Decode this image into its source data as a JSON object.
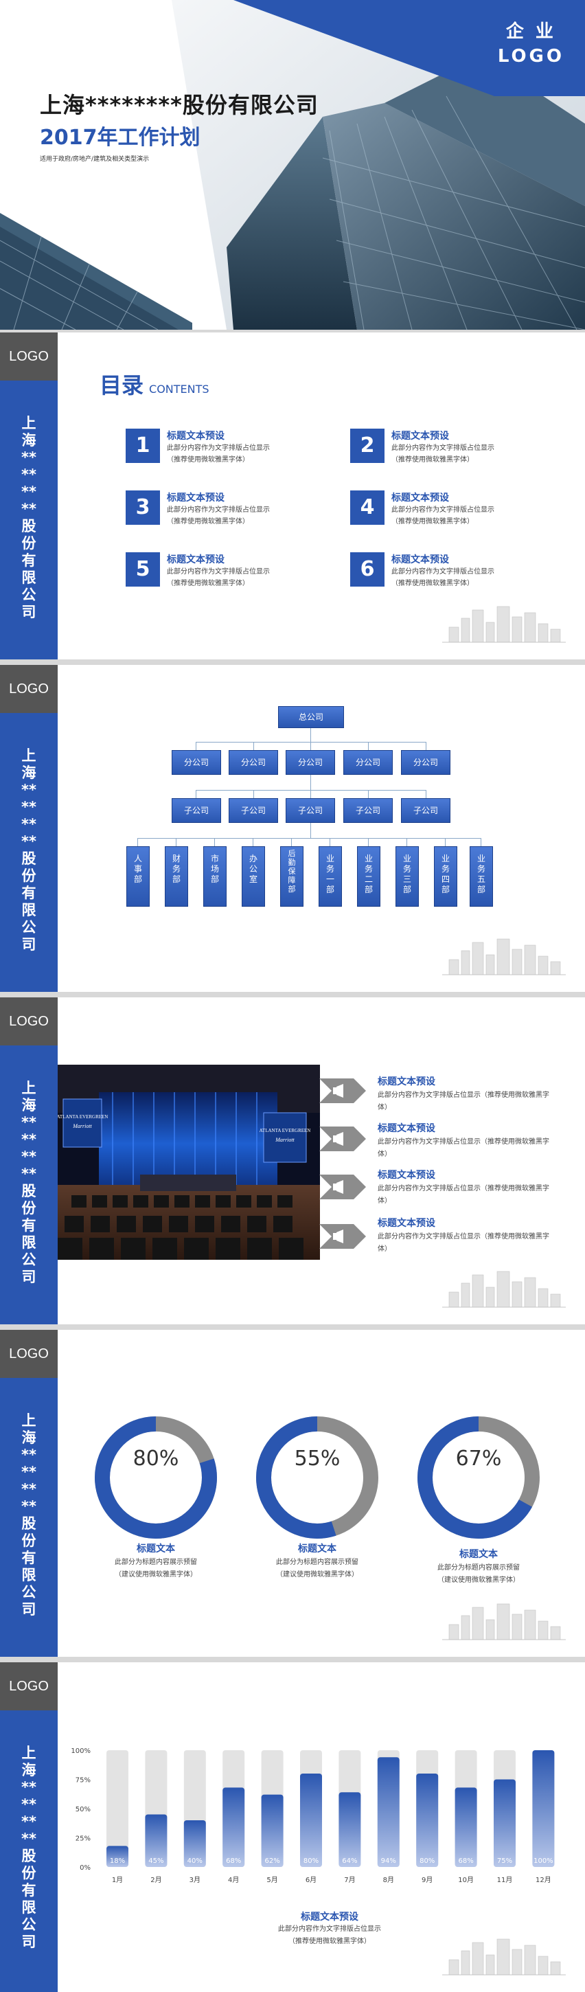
{
  "cover": {
    "logo_line1": "企 业",
    "logo_line2": "LOGO",
    "title": "上海********股份有限公司",
    "subtitle": "2017年工作计划",
    "tagline": "适用于政府/房地产/建筑及相关类型演示"
  },
  "sidebar": {
    "logo": "LOGO",
    "vertical_title": "上海********股份有限公司"
  },
  "contents": {
    "title": "目录",
    "title_en": "CONTENTS",
    "items": [
      {
        "num": "1",
        "title": "标题文本预设",
        "line1": "此部分内容作为文字排版占位显示",
        "line2": "（推荐使用微软雅黑字体）"
      },
      {
        "num": "2",
        "title": "标题文本预设",
        "line1": "此部分内容作为文字排版占位显示",
        "line2": "（推荐使用微软雅黑字体）"
      },
      {
        "num": "3",
        "title": "标题文本预设",
        "line1": "此部分内容作为文字排版占位显示",
        "line2": "（推荐使用微软雅黑字体）"
      },
      {
        "num": "4",
        "title": "标题文本预设",
        "line1": "此部分内容作为文字排版占位显示",
        "line2": "（推荐使用微软雅黑字体）"
      },
      {
        "num": "5",
        "title": "标题文本预设",
        "line1": "此部分内容作为文字排版占位显示",
        "line2": "（推荐使用微软雅黑字体）"
      },
      {
        "num": "6",
        "title": "标题文本预设",
        "line1": "此部分内容作为文字排版占位显示",
        "line2": "（推荐使用微软雅黑字体）"
      }
    ]
  },
  "org": {
    "root": "总公司",
    "branches": [
      "分公司",
      "分公司",
      "分公司",
      "分公司",
      "分公司"
    ],
    "subs": [
      "子公司",
      "子公司",
      "子公司",
      "子公司",
      "子公司"
    ],
    "depts": [
      "人事部",
      "财务部",
      "市场部",
      "办公室",
      "后勤保障部",
      "业务一部",
      "业务二部",
      "业务三部",
      "业务四部",
      "业务五部"
    ]
  },
  "photo_slide": {
    "items": [
      {
        "title": "标题文本预设",
        "desc": "此部分内容作为文字排版占位显示（推荐使用微软雅黑字体）"
      },
      {
        "title": "标题文本预设",
        "desc": "此部分内容作为文字排版占位显示（推荐使用微软雅黑字体）"
      },
      {
        "title": "标题文本预设",
        "desc": "此部分内容作为文字排版占位显示（推荐使用微软雅黑字体）"
      },
      {
        "title": "标题文本预设",
        "desc": "此部分内容作为文字排版占位显示（推荐使用微软雅黑字体）"
      }
    ],
    "photo_sign_1": "ATLANTA EVERGREEN",
    "photo_sign_2": "Marriott"
  },
  "donuts": {
    "items": [
      {
        "percent": 80,
        "label": "80%",
        "title": "标题文本",
        "line1": "此部分为标题内容展示预留",
        "line2": "（建议使用微软雅黑字体）"
      },
      {
        "percent": 55,
        "label": "55%",
        "title": "标题文本",
        "line1": "此部分为标题内容展示预留",
        "line2": "（建议使用微软雅黑字体）"
      },
      {
        "percent": 67,
        "label": "67%",
        "title": "标题文本",
        "line1": "此部分为标题内容展示预留",
        "line2": "（建议使用微软雅黑字体）"
      }
    ],
    "colors": {
      "fill": "#2a56b0",
      "rest": "#8c8c8c"
    }
  },
  "chart_data": {
    "type": "bar",
    "categories": [
      "1月",
      "2月",
      "3月",
      "4月",
      "5月",
      "6月",
      "7月",
      "8月",
      "9月",
      "10月",
      "11月",
      "12月"
    ],
    "values": [
      18,
      45,
      40,
      68,
      62,
      80,
      64,
      94,
      80,
      68,
      75,
      100
    ],
    "labels": [
      "18%",
      "45%",
      "40%",
      "68%",
      "62%",
      "80%",
      "64%",
      "94%",
      "80%",
      "68%",
      "75%",
      "100%"
    ],
    "yticks": [
      "0%",
      "25%",
      "50%",
      "75%",
      "100%"
    ],
    "ylim": [
      0,
      100
    ],
    "colors": {
      "bar": "#2a56b0",
      "track": "#e3e3e3"
    }
  },
  "bar_caption": {
    "title": "标题文本预设",
    "line1": "此部分内容作为文字排版占位显示",
    "line2": "（推荐使用微软雅黑字体）"
  }
}
